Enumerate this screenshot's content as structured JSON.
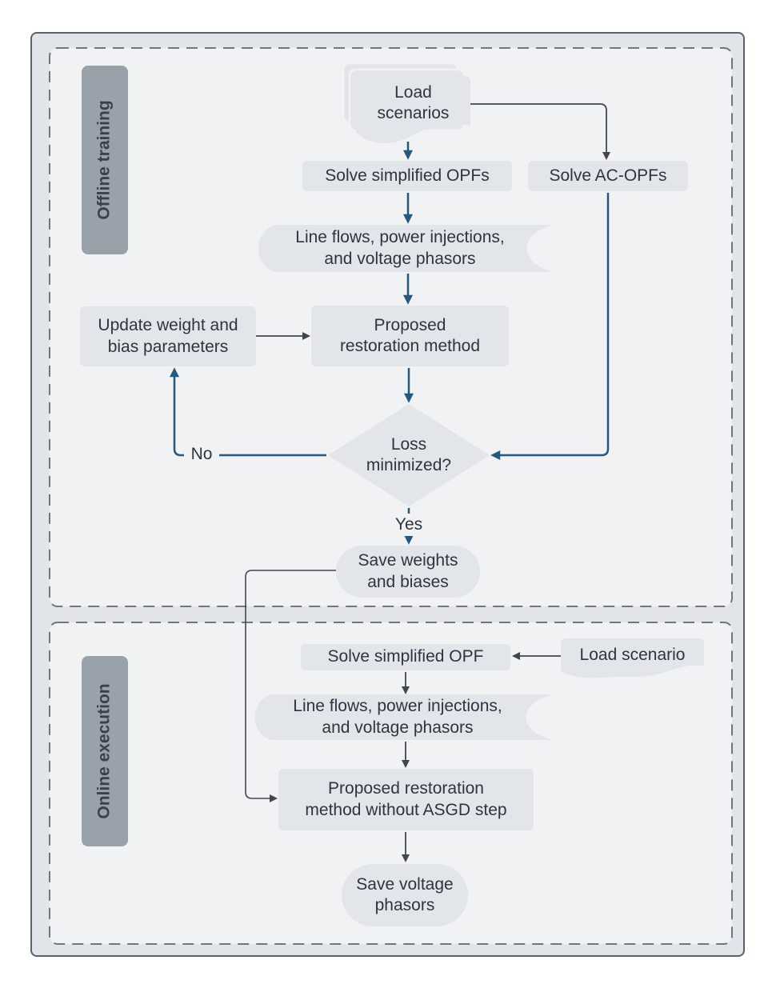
{
  "figure": {
    "type": "flowchart",
    "sections": {
      "offline": {
        "label": "Offline training"
      },
      "online": {
        "label": "Online execution"
      }
    },
    "nodes": {
      "load_scenarios": "Load\nscenarios",
      "solve_simplified_opfs": "Solve simplified OPFs",
      "solve_ac_opfs": "Solve AC-OPFs",
      "line_flows_offline": "Line flows, power injections,\nand voltage phasors",
      "update_params": "Update weight and\nbias parameters",
      "proposed_method": "Proposed\nrestoration method",
      "loss_minimized": "Loss\nminimized?",
      "save_weights": "Save weights\nand biases",
      "solve_simplified_opf": "Solve simplified OPF",
      "load_scenario": "Load scenario",
      "line_flows_online": "Line flows, power injections,\nand voltage phasors",
      "proposed_no_asgd": "Proposed restoration\nmethod without ASGD step",
      "save_voltage": "Save voltage\nphasors"
    },
    "edge_labels": {
      "no": "No",
      "yes": "Yes"
    },
    "colors": {
      "arrow_blue": "#24587e",
      "arrow_gray": "#40474f",
      "node_fill": "#e2e5e9",
      "section_fill": "#f1f2f4",
      "frame_fill": "#e1e4e8",
      "label_box_fill": "#99a1ab",
      "text": "#2d3540"
    }
  }
}
